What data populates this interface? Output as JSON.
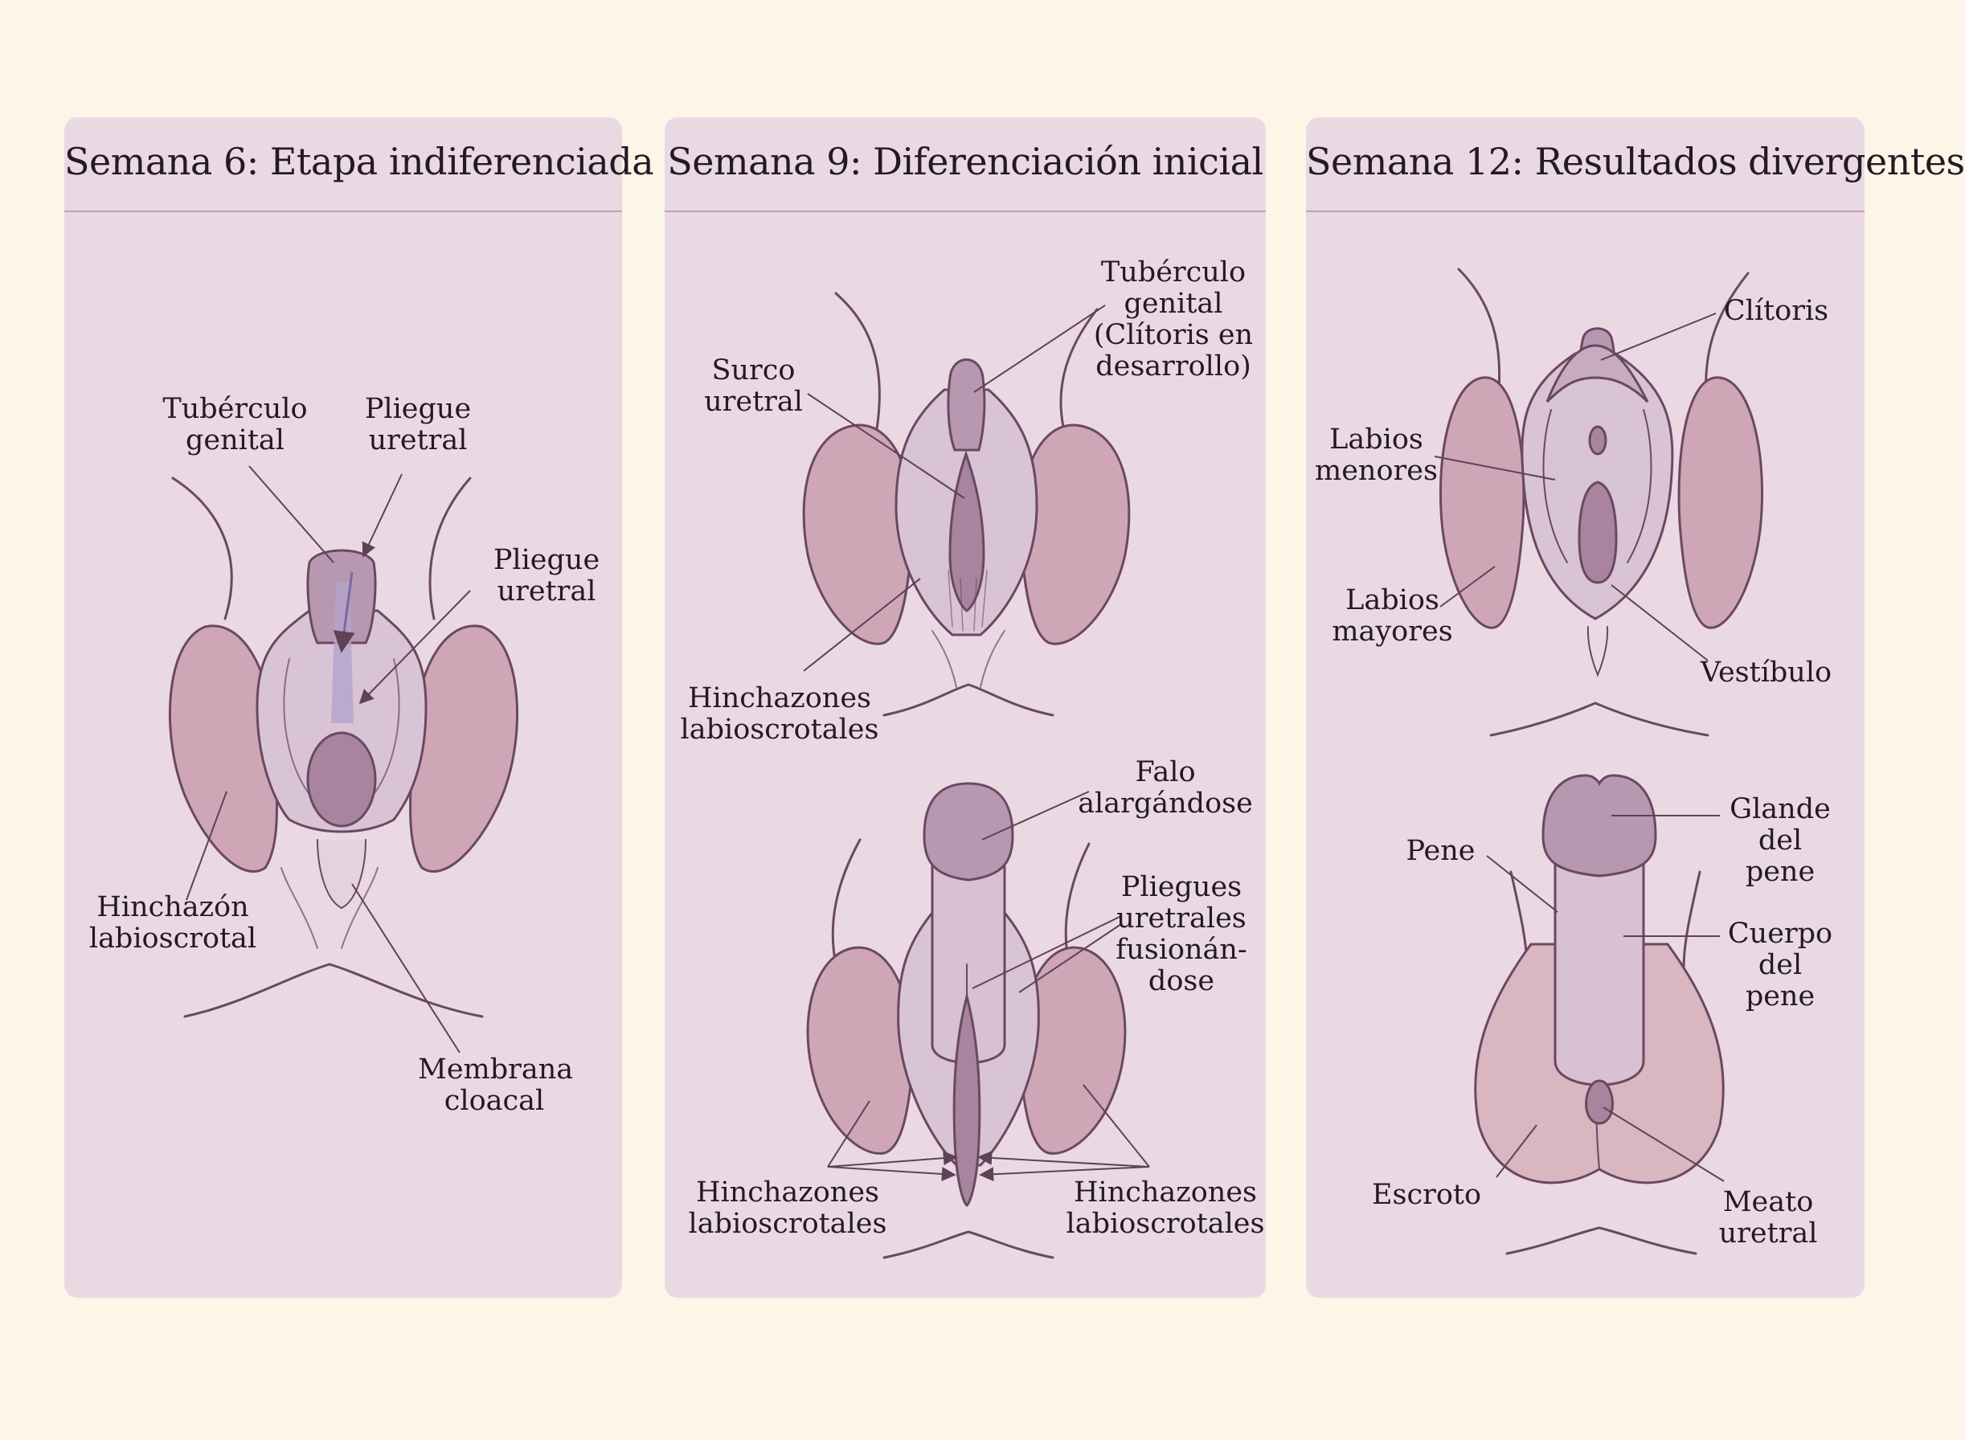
{
  "colors": {
    "background": "#fdf6e8",
    "panel": "#ead9e3",
    "outline": "#6b4862",
    "swelling_fill": "#cea6b6",
    "tissue_fill": "#d9c4d6",
    "inner_fill": "#a9849f",
    "leader": "#5e4257"
  },
  "panels": [
    {
      "title": "Semana 6: Etapa indiferenciada",
      "labels": {
        "genital_tubercle": "Tubérculo\ngenital",
        "urethral_fold_top": "Pliegue\nuretral",
        "urethral_fold_right": "Pliegue\nuretral",
        "labioscrotal_swelling": "Hinchazón\nlabioscrotal",
        "cloacal_membrane": "Membrana\ncloacal"
      }
    },
    {
      "title": "Semana 9: Diferenciación inicial",
      "labels": {
        "genital_tubercle": "Tubérculo\ngenital\n(Clítoris en\ndesarrollo)",
        "urethral_groove": "Surco\nuretral",
        "labioscrotal_top": "Hinchazones\nlabioscrotales",
        "elongating_phallus": "Falo\nalargándose",
        "fusing_folds": "Pliegues\nuretrales\nfusionán-\ndose",
        "labioscrotal_bottom_left": "Hinchazones\nlabioscrotales",
        "labioscrotal_bottom_right": "Hinchazones\nlabioscrotales"
      }
    },
    {
      "title": "Semana 12: Resultados divergentes",
      "labels": {
        "clitoris": "Clítoris",
        "labia_minora": "Labios\nmenores",
        "labia_majora": "Labios\nmayores",
        "vestibule": "Vestíbulo",
        "penis": "Pene",
        "glans": "Glande\ndel pene",
        "shaft": "Cuerpo\ndel pene",
        "scrotum": "Escroto",
        "urethral_meatus": "Meato\nuretral"
      }
    }
  ]
}
